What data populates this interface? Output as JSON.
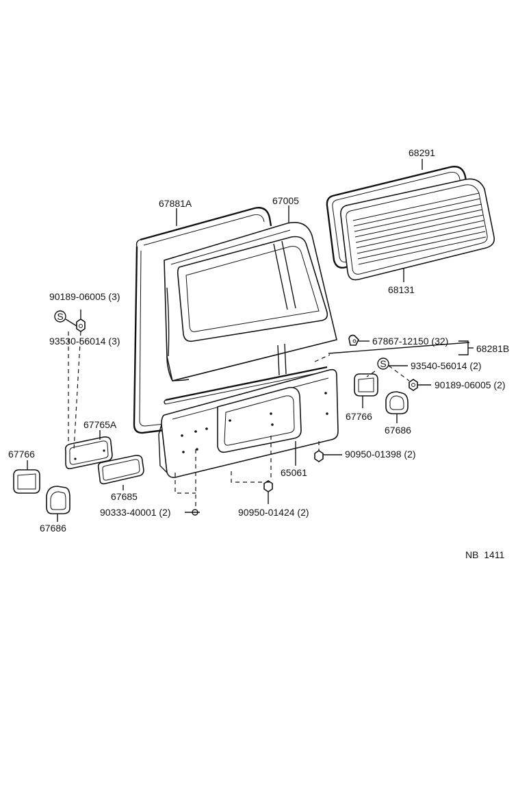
{
  "labels": {
    "p68291": "68291",
    "p67881a": "67881A",
    "p67005": "67005",
    "p68131": "68131",
    "p90189_left": "90189-06005 (3)",
    "p93530": "93530-56014 (3)",
    "p67867": "67867-12150 (32)",
    "p68281b": "68281B",
    "p93540": "93540-56014 (2)",
    "p90189_right": "90189-06005 (2)",
    "p67766_right": "67766",
    "p67686_right": "67686",
    "p67765a": "67765A",
    "p67766_left": "67766",
    "p67686_left": "67686",
    "p67685": "67685",
    "p90950_01398": "90950-01398 (2)",
    "p65061": "65061",
    "p90333": "90333-40001 (2)",
    "p90950_01424": "90950-01424 (2)",
    "diagram_code": "NB  1411"
  },
  "symbols": {
    "s_left": "S",
    "s_right": "S"
  }
}
